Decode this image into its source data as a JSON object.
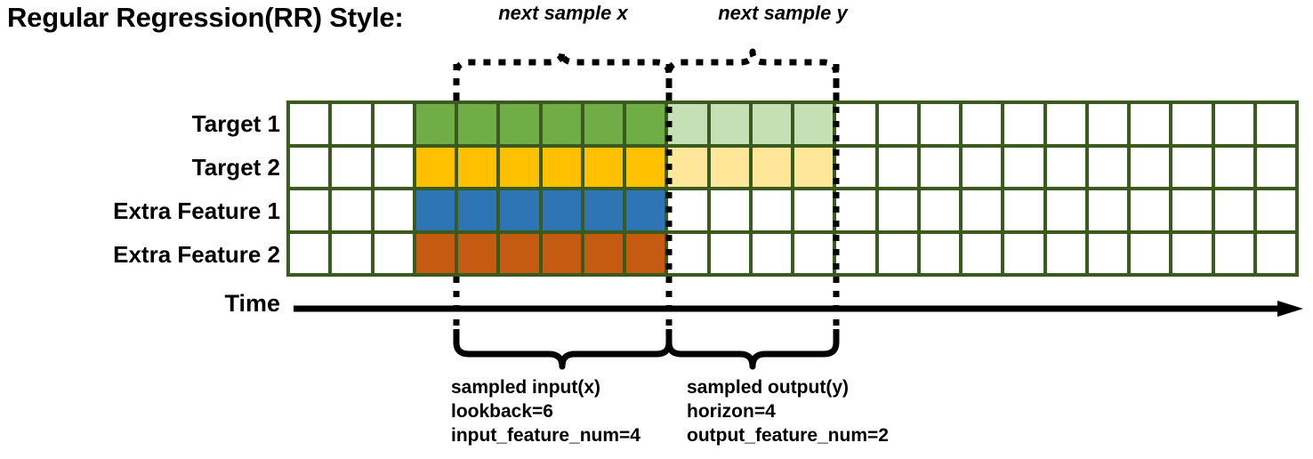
{
  "title": "Regular Regression(RR) Style:",
  "rows": [
    {
      "label": "Target 1",
      "name": "target-1"
    },
    {
      "label": "Target 2",
      "name": "target-2"
    },
    {
      "label": "Extra Feature 1",
      "name": "extra-feature-1"
    },
    {
      "label": "Extra Feature 2",
      "name": "extra-feature-2"
    }
  ],
  "axis": {
    "label": "Time",
    "direction": "right-arrow"
  },
  "top_labels": {
    "x": "next sample x",
    "y": "next sample y"
  },
  "captions": {
    "x": {
      "line1": "sampled input(x)",
      "line2": "lookback=6",
      "line3": "input_feature_num=4"
    },
    "y": {
      "line1": "sampled output(y)",
      "line2": "horizon=4",
      "line3": "output_feature_num=2"
    }
  },
  "colors": {
    "grid_border": "#3a5a1e",
    "cell_empty": "#ffffff",
    "target1_strong": "#70ad47",
    "target1_light": "#c5e0b4",
    "target2_strong": "#ffc000",
    "target2_light": "#ffe699",
    "extra1": "#2e75b6",
    "extra2": "#c55a11",
    "line": "#000000"
  },
  "chart_data": {
    "type": "heatmap",
    "title": "Regular Regression(RR) Style:",
    "xlabel": "Time",
    "ylabel": "",
    "columns": 24,
    "lookback": 6,
    "horizon": 4,
    "input_feature_num": 4,
    "output_feature_num": 2,
    "input_window_start_col": 3,
    "input_window_end_col": 9,
    "output_window_start_col": 9,
    "output_window_end_col": 13,
    "categories": [
      "Target 1",
      "Target 2",
      "Extra Feature 1",
      "Extra Feature 2"
    ],
    "legend": [
      "sampled input(x)",
      "sampled output(y)"
    ],
    "grid": true,
    "series": [
      {
        "name": "Target 1",
        "fills": [
          "#ffffff",
          "#ffffff",
          "#ffffff",
          "#70ad47",
          "#70ad47",
          "#70ad47",
          "#70ad47",
          "#70ad47",
          "#70ad47",
          "#c5e0b4",
          "#c5e0b4",
          "#c5e0b4",
          "#c5e0b4",
          "#ffffff",
          "#ffffff",
          "#ffffff",
          "#ffffff",
          "#ffffff",
          "#ffffff",
          "#ffffff",
          "#ffffff",
          "#ffffff",
          "#ffffff",
          "#ffffff"
        ]
      },
      {
        "name": "Target 2",
        "fills": [
          "#ffffff",
          "#ffffff",
          "#ffffff",
          "#ffc000",
          "#ffc000",
          "#ffc000",
          "#ffc000",
          "#ffc000",
          "#ffc000",
          "#ffe699",
          "#ffe699",
          "#ffe699",
          "#ffe699",
          "#ffffff",
          "#ffffff",
          "#ffffff",
          "#ffffff",
          "#ffffff",
          "#ffffff",
          "#ffffff",
          "#ffffff",
          "#ffffff",
          "#ffffff",
          "#ffffff"
        ]
      },
      {
        "name": "Extra Feature 1",
        "fills": [
          "#ffffff",
          "#ffffff",
          "#ffffff",
          "#2e75b6",
          "#2e75b6",
          "#2e75b6",
          "#2e75b6",
          "#2e75b6",
          "#2e75b6",
          "#ffffff",
          "#ffffff",
          "#ffffff",
          "#ffffff",
          "#ffffff",
          "#ffffff",
          "#ffffff",
          "#ffffff",
          "#ffffff",
          "#ffffff",
          "#ffffff",
          "#ffffff",
          "#ffffff",
          "#ffffff",
          "#ffffff"
        ]
      },
      {
        "name": "Extra Feature 2",
        "fills": [
          "#ffffff",
          "#ffffff",
          "#ffffff",
          "#c55a11",
          "#c55a11",
          "#c55a11",
          "#c55a11",
          "#c55a11",
          "#c55a11",
          "#ffffff",
          "#ffffff",
          "#ffffff",
          "#ffffff",
          "#ffffff",
          "#ffffff",
          "#ffffff",
          "#ffffff",
          "#ffffff",
          "#ffffff",
          "#ffffff",
          "#ffffff",
          "#ffffff",
          "#ffffff",
          "#ffffff"
        ]
      }
    ]
  }
}
